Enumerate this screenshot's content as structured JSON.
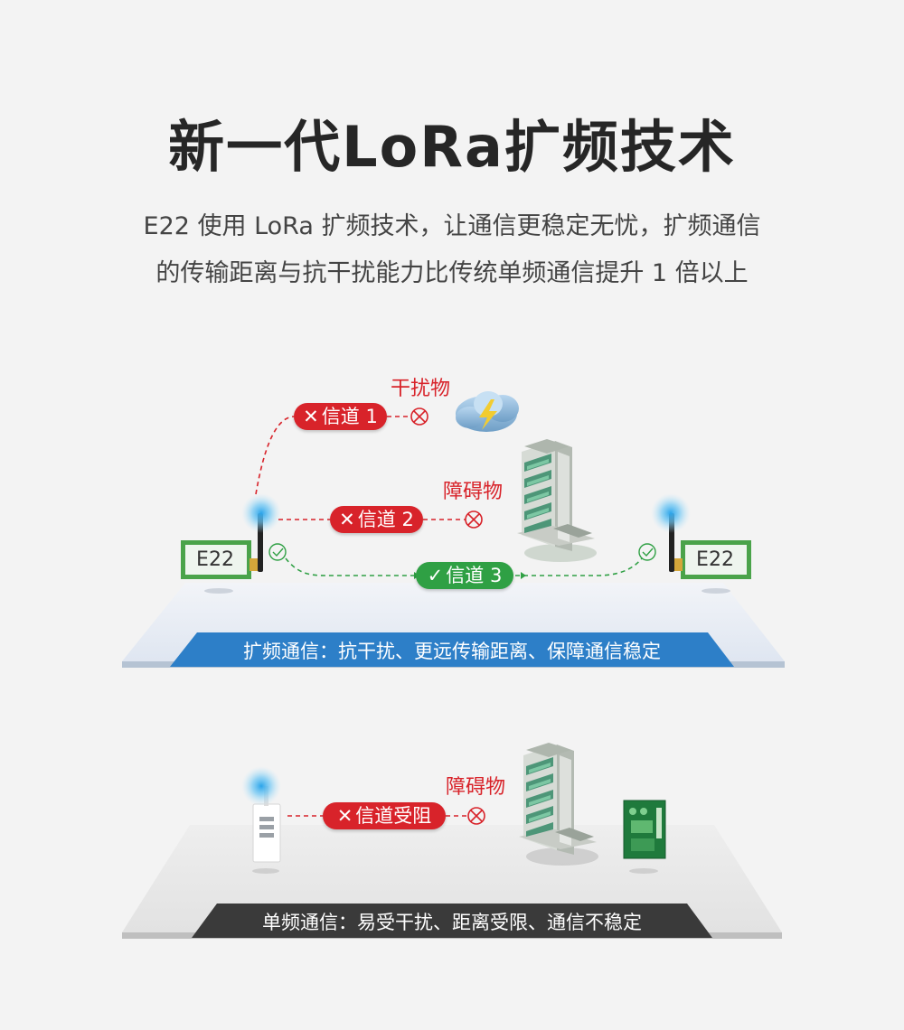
{
  "header": {
    "title": "新一代LoRa扩频技术",
    "desc_line1": "E22 使用 LoRa 扩频技术，让通信更稳定无忧，扩频通信",
    "desc_line2": "的传输距离与抗干扰能力比传统单频通信提升 1 倍以上"
  },
  "spread": {
    "interference_label": "干扰物",
    "obstacle_label": "障碍物",
    "channel1": "信道 1",
    "channel2": "信道 2",
    "channel3": "信道 3",
    "device_left": "E22",
    "device_right": "E22",
    "banner": "扩频通信：抗干扰、更远传输距离、保障通信稳定",
    "colors": {
      "banner": "#2d7fc8",
      "fail": "#d8232a",
      "ok": "#2fa044"
    }
  },
  "single": {
    "obstacle_label": "障碍物",
    "channel_blocked": "信道受阻",
    "banner": "单频通信：易受干扰、距离受限、通信不稳定",
    "colors": {
      "banner": "#3a3a3a"
    }
  },
  "icons": [
    "cross-icon",
    "check-icon",
    "blocked-circle-icon",
    "check-circle-icon",
    "cloud-lightning-icon",
    "building-icon",
    "antenna-icon",
    "signal-glow-icon",
    "module-board-icon",
    "single-frequency-device-icon"
  ]
}
